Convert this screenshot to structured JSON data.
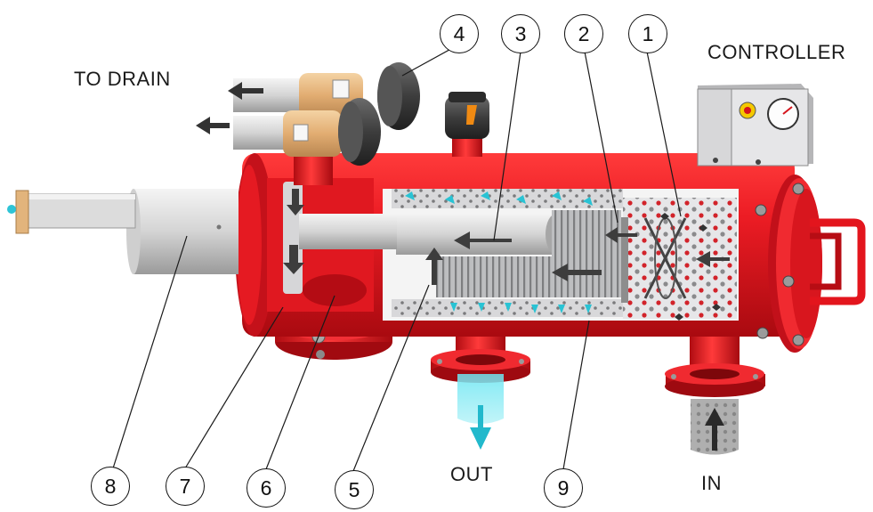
{
  "labels": {
    "to_drain": "TO DRAIN",
    "controller": "CONTROLLER",
    "out": "OUT",
    "in": "IN"
  },
  "callouts": [
    "1",
    "2",
    "3",
    "4",
    "5",
    "6",
    "7",
    "8",
    "9"
  ],
  "colors": {
    "housing_red": "#e8141c",
    "housing_dark": "#b50c12",
    "screen_grey": "#cfd0d2",
    "flow_arrow": "#3d3d3d",
    "filtered_flow": "#2ec4d6",
    "valve_bronze": "#e2b47c",
    "actuator_grey": "#d9d9d9"
  }
}
